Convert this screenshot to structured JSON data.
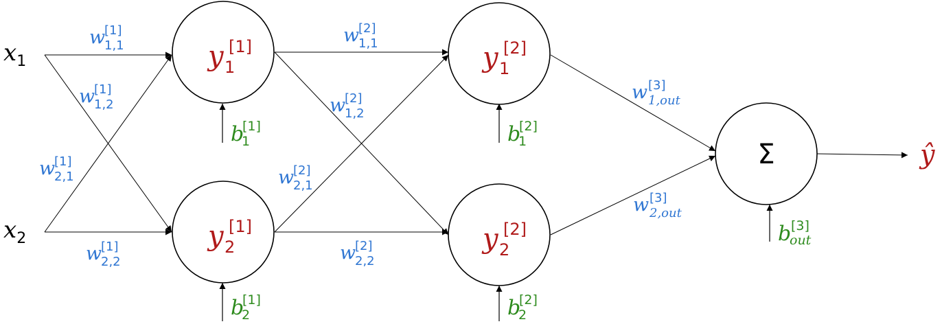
{
  "colors": {
    "weight": "#2E75D2",
    "neuron": "#B01A1A",
    "bias": "#2E8B1E",
    "input": "#000000"
  },
  "inputs": [
    {
      "base": "x",
      "sub": "1"
    },
    {
      "base": "x",
      "sub": "2"
    }
  ],
  "neurons": [
    {
      "base": "y",
      "sup": "[1]",
      "sub": "1"
    },
    {
      "base": "y",
      "sup": "[1]",
      "sub": "2"
    },
    {
      "base": "y",
      "sup": "[2]",
      "sub": "1"
    },
    {
      "base": "y",
      "sup": "[2]",
      "sub": "2"
    }
  ],
  "sum_node": {
    "symbol": "Σ"
  },
  "output": {
    "symbol": "ŷ"
  },
  "biases": [
    {
      "base": "b",
      "sup": "[1]",
      "sub": "1"
    },
    {
      "base": "b",
      "sup": "[1]",
      "sub": "2"
    },
    {
      "base": "b",
      "sup": "[2]",
      "sub": "1"
    },
    {
      "base": "b",
      "sup": "[2]",
      "sub": "2"
    },
    {
      "base": "b",
      "sup": "[3]",
      "sub": "out"
    }
  ],
  "weights": [
    {
      "base": "w",
      "sup": "[1]",
      "sub": "1,1"
    },
    {
      "base": "w",
      "sup": "[1]",
      "sub": "1,2"
    },
    {
      "base": "w",
      "sup": "[1]",
      "sub": "2,1"
    },
    {
      "base": "w",
      "sup": "[1]",
      "sub": "2,2"
    },
    {
      "base": "w",
      "sup": "[2]",
      "sub": "1,1"
    },
    {
      "base": "w",
      "sup": "[2]",
      "sub": "1,2"
    },
    {
      "base": "w",
      "sup": "[2]",
      "sub": "2,1"
    },
    {
      "base": "w",
      "sup": "[2]",
      "sub": "2,2"
    },
    {
      "base": "w",
      "sup": "[3]",
      "sub": "1,out"
    },
    {
      "base": "w",
      "sup": "[3]",
      "sub": "2,out"
    }
  ]
}
